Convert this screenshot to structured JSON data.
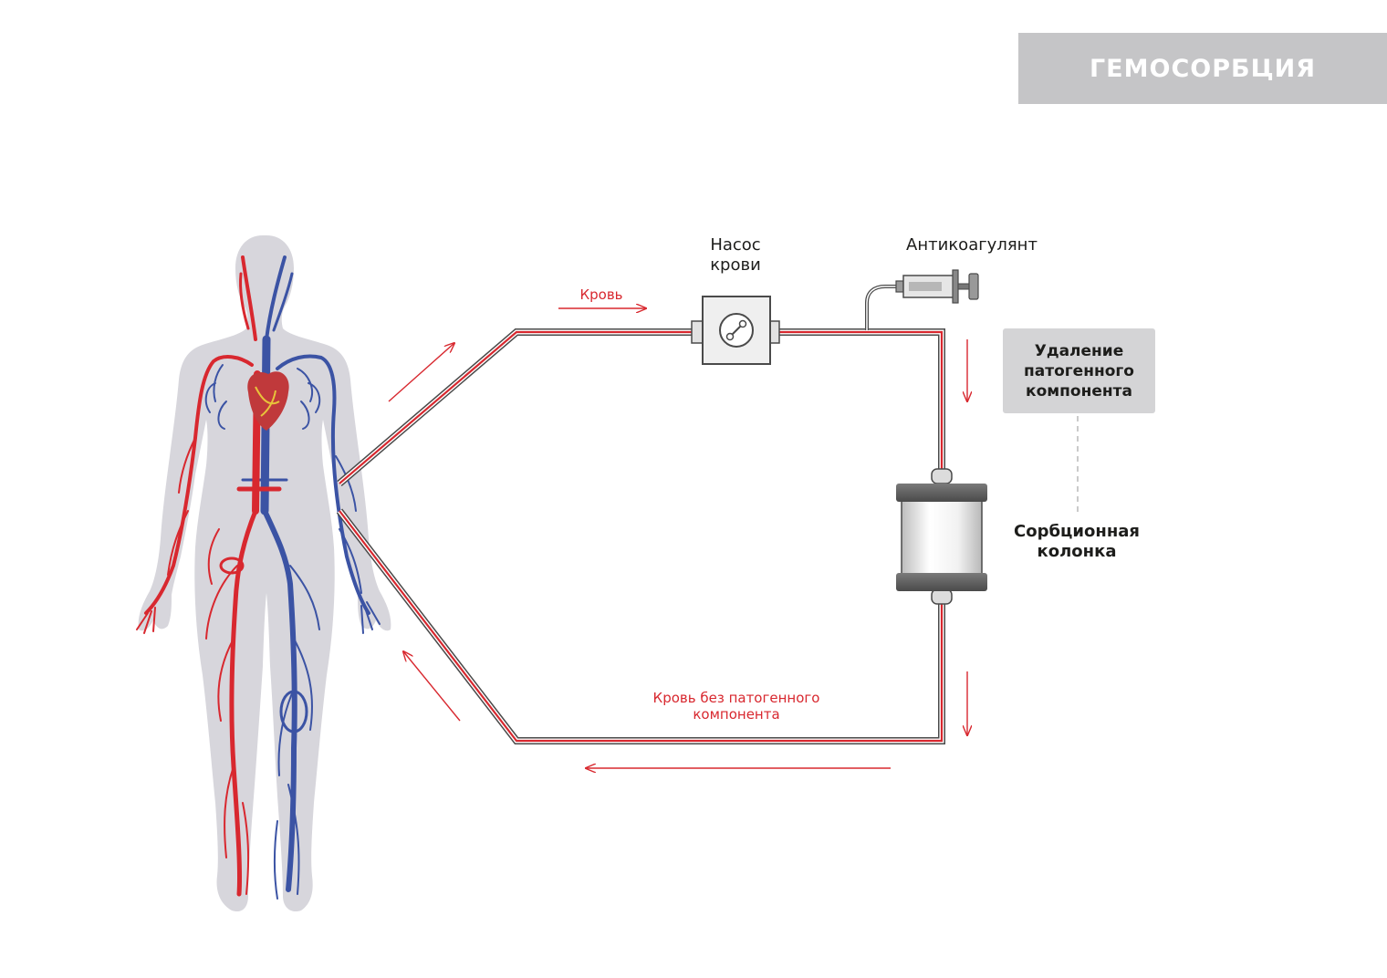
{
  "title": "ГЕМОСОРБЦИЯ",
  "labels": {
    "pump": "Насос\nкрови",
    "anticoagulant": "Антикоагулянт",
    "blood_in": "Кровь",
    "removal": "Удаление\nпатогенного\nкомпонента",
    "column": "Сорбционная\nколонка",
    "blood_out": "Кровь без патогенного\nкомпонента"
  },
  "colors": {
    "artery": "#d8282f",
    "vein": "#3b53a4",
    "body": "#d7d6dc",
    "tube_outer": "#4a4a4a",
    "banner": "#c5c5c7"
  }
}
